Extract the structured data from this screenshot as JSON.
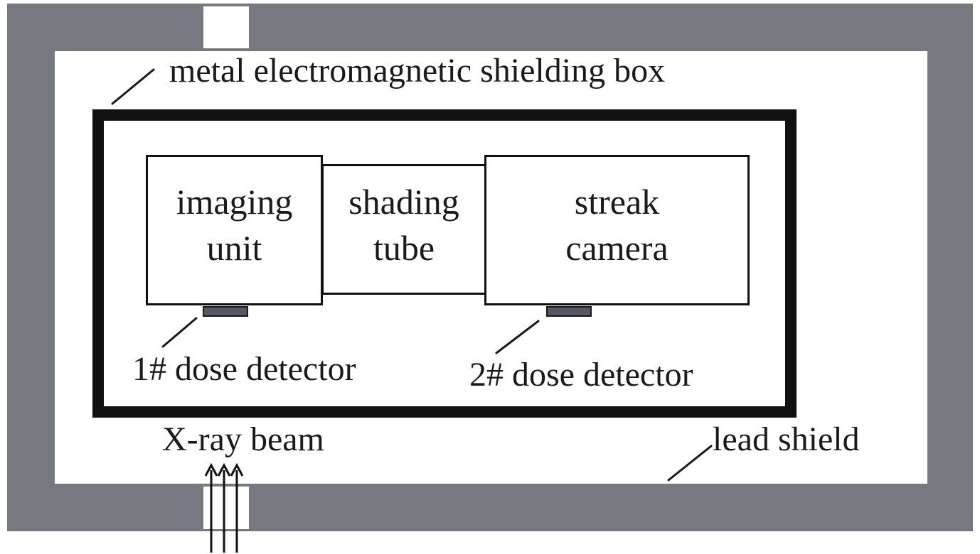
{
  "labels": {
    "metal_box": "metal electromagnetic shielding box",
    "imaging_unit_line1": "imaging",
    "imaging_unit_line2": "unit",
    "shading_tube_line1": "shading",
    "shading_tube_line2": "tube",
    "streak_camera_line1": "streak",
    "streak_camera_line2": "camera",
    "detector_1": "1# dose detector",
    "detector_2": "2# dose detector",
    "xray_beam": "X-ray beam",
    "lead_shield": "lead shield"
  },
  "colors": {
    "lead_shield": "#767980",
    "box_border": "#111111",
    "detector": "#555860"
  }
}
